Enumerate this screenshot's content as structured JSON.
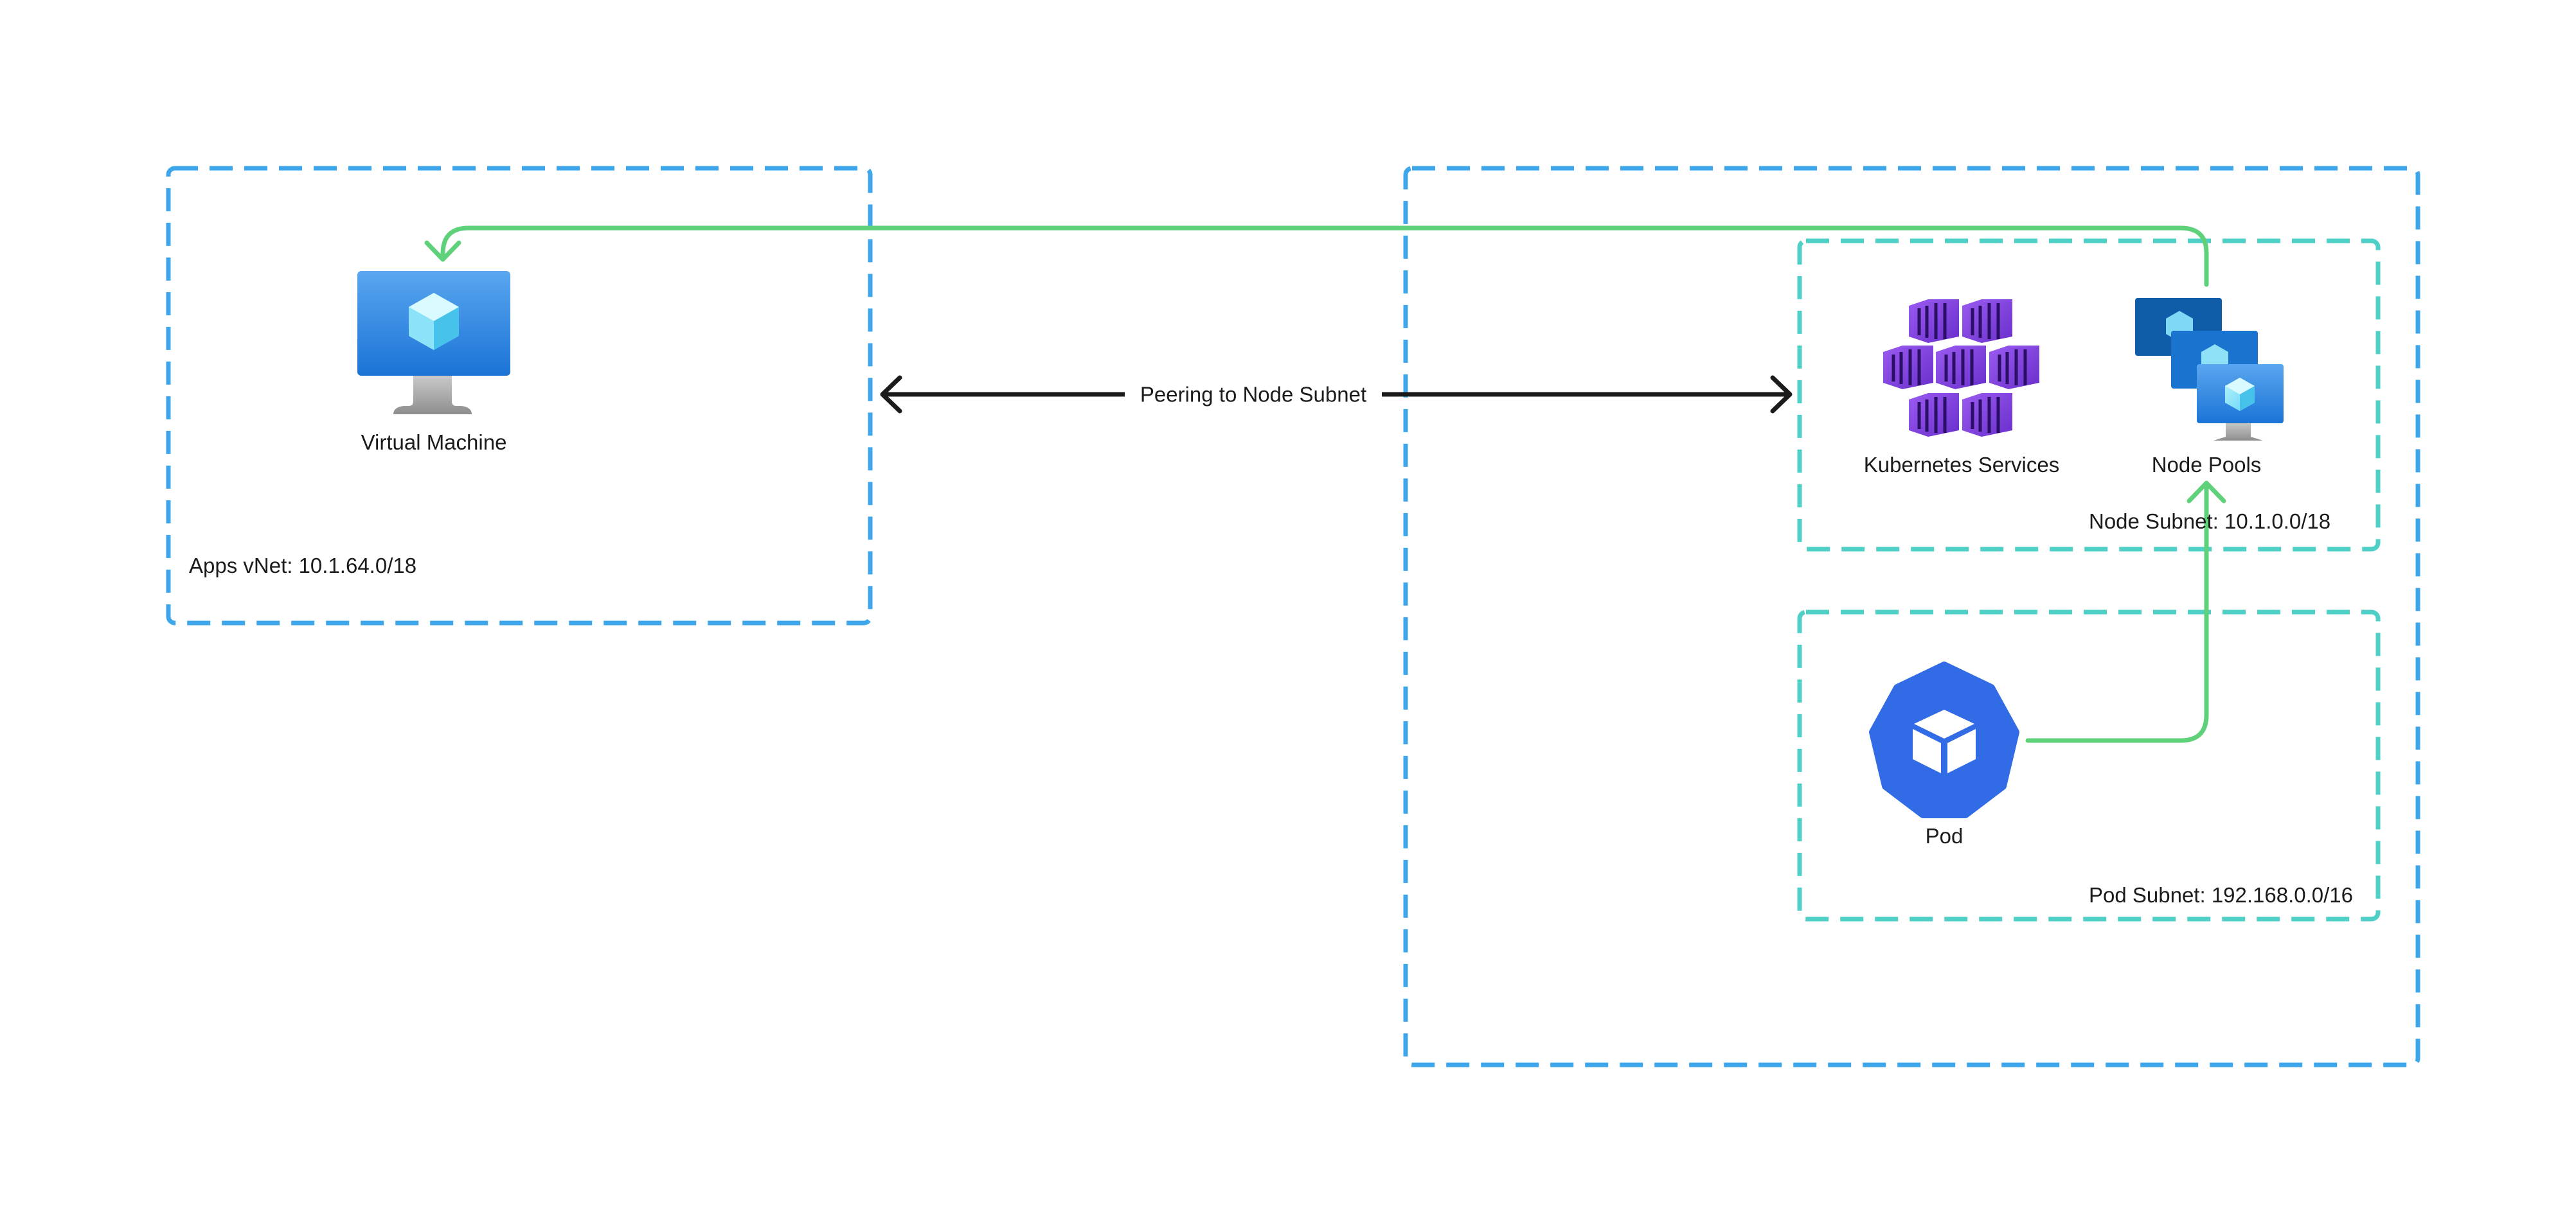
{
  "colors": {
    "vnet_border": "#3ea6ea",
    "subnet_border": "#4fd0c6",
    "flow_arrow": "#5fd17a",
    "peering_arrow": "#1b1b1b",
    "kubernetes_purple": "#7b3fd8",
    "pod_blue": "#316ce6",
    "vm_blue": "#2a86e3"
  },
  "apps_vnet": {
    "label": "Apps vNet: 10.1.64.0/18"
  },
  "virtual_machine": {
    "label": "Virtual Machine",
    "icon": "virtual-machine-icon"
  },
  "peering": {
    "label": "Peering to Node Subnet"
  },
  "node_subnet": {
    "label": "Node Subnet: 10.1.0.0/18",
    "kubernetes_services": {
      "label": "Kubernetes Services",
      "icon": "kubernetes-services-icon"
    },
    "node_pools": {
      "label": "Node Pools",
      "icon": "node-pools-icon"
    }
  },
  "pod_subnet": {
    "label": "Pod Subnet: 192.168.0.0/16",
    "pod": {
      "label": "Pod",
      "icon": "pod-icon"
    }
  }
}
